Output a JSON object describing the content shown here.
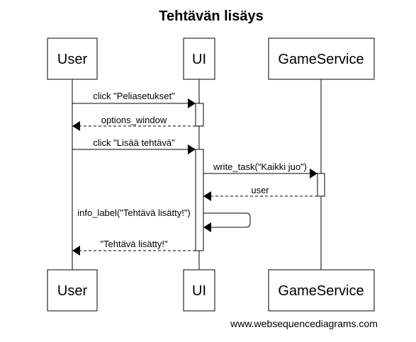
{
  "title": "Tehtävän lisäys",
  "participants": [
    {
      "id": "user",
      "label": "User"
    },
    {
      "id": "ui",
      "label": "UI"
    },
    {
      "id": "gameservice",
      "label": "GameService"
    }
  ],
  "messages": [
    {
      "label": "click \"Peliasetukset\"",
      "from": "user",
      "to": "ui",
      "style": "solid"
    },
    {
      "label": "options_window",
      "from": "ui",
      "to": "user",
      "style": "dashed"
    },
    {
      "label": "click \"Lisää tehtävä\"",
      "from": "user",
      "to": "ui",
      "style": "solid"
    },
    {
      "label": "write_task(\"Kaikki juo\")",
      "from": "ui",
      "to": "gameservice",
      "style": "solid"
    },
    {
      "label": "user",
      "from": "gameservice",
      "to": "ui",
      "style": "dashed"
    },
    {
      "label": "info_label(\"Tehtävä lisätty!\")",
      "from": "ui",
      "to": "ui",
      "style": "solid"
    },
    {
      "label": "\"Tehtävä lisätty!\"",
      "from": "ui",
      "to": "user",
      "style": "dashed"
    }
  ],
  "footer": "www.websequencediagrams.com"
}
